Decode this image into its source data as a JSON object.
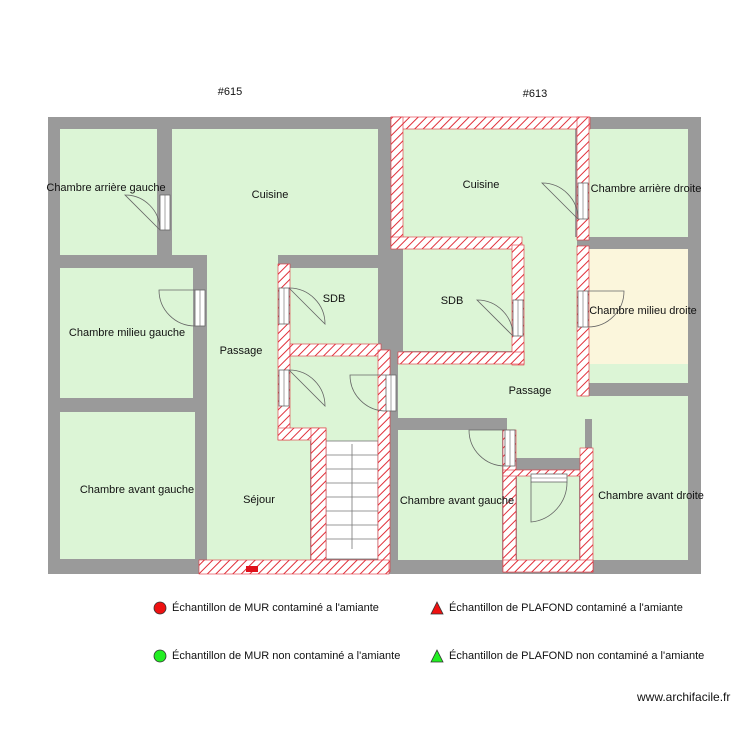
{
  "units": {
    "left": "#615",
    "right": "#613"
  },
  "rooms": {
    "chambre_arriere_gauche": "Chambre arrière gauche",
    "cuisine_gauche": "Cuisine",
    "chambre_milieu_gauche": "Chambre milieu gauche",
    "sdb_gauche": "SDB",
    "passage_gauche": "Passage",
    "chambre_avant_gauche_615": "Chambre avant gauche",
    "sejour": "Séjour",
    "cuisine_droite": "Cuisine",
    "chambre_arriere_droite": "Chambre arrière droite",
    "sdb_droite": "SDB",
    "chambre_milieu_droite": "Chambre milieu droite",
    "passage_droite": "Passage",
    "chambre_avant_gauche_613": "Chambre avant gauche",
    "chambre_avant_droite": "Chambre avant droite"
  },
  "legend": {
    "mur_contamine": "Échantillon de MUR contaminé a l'amiante",
    "plafond_contamine": "Échantillon de PLAFOND contaminé a l'amiante",
    "mur_non_contamine": "Échantillon de MUR non contaminé a l'amiante",
    "plafond_non_contamine": "Échantillon de PLAFOND non contaminé a l'amiante"
  },
  "credit": "www.archifacile.fr",
  "colors": {
    "room_fill": "#dcf5d6",
    "highlight_fill": "#fbf6dc",
    "wall": "#9a9a9a",
    "hatch": "#e0303a",
    "contaminated": "#ee1111",
    "non_contaminated": "#22ee22"
  }
}
